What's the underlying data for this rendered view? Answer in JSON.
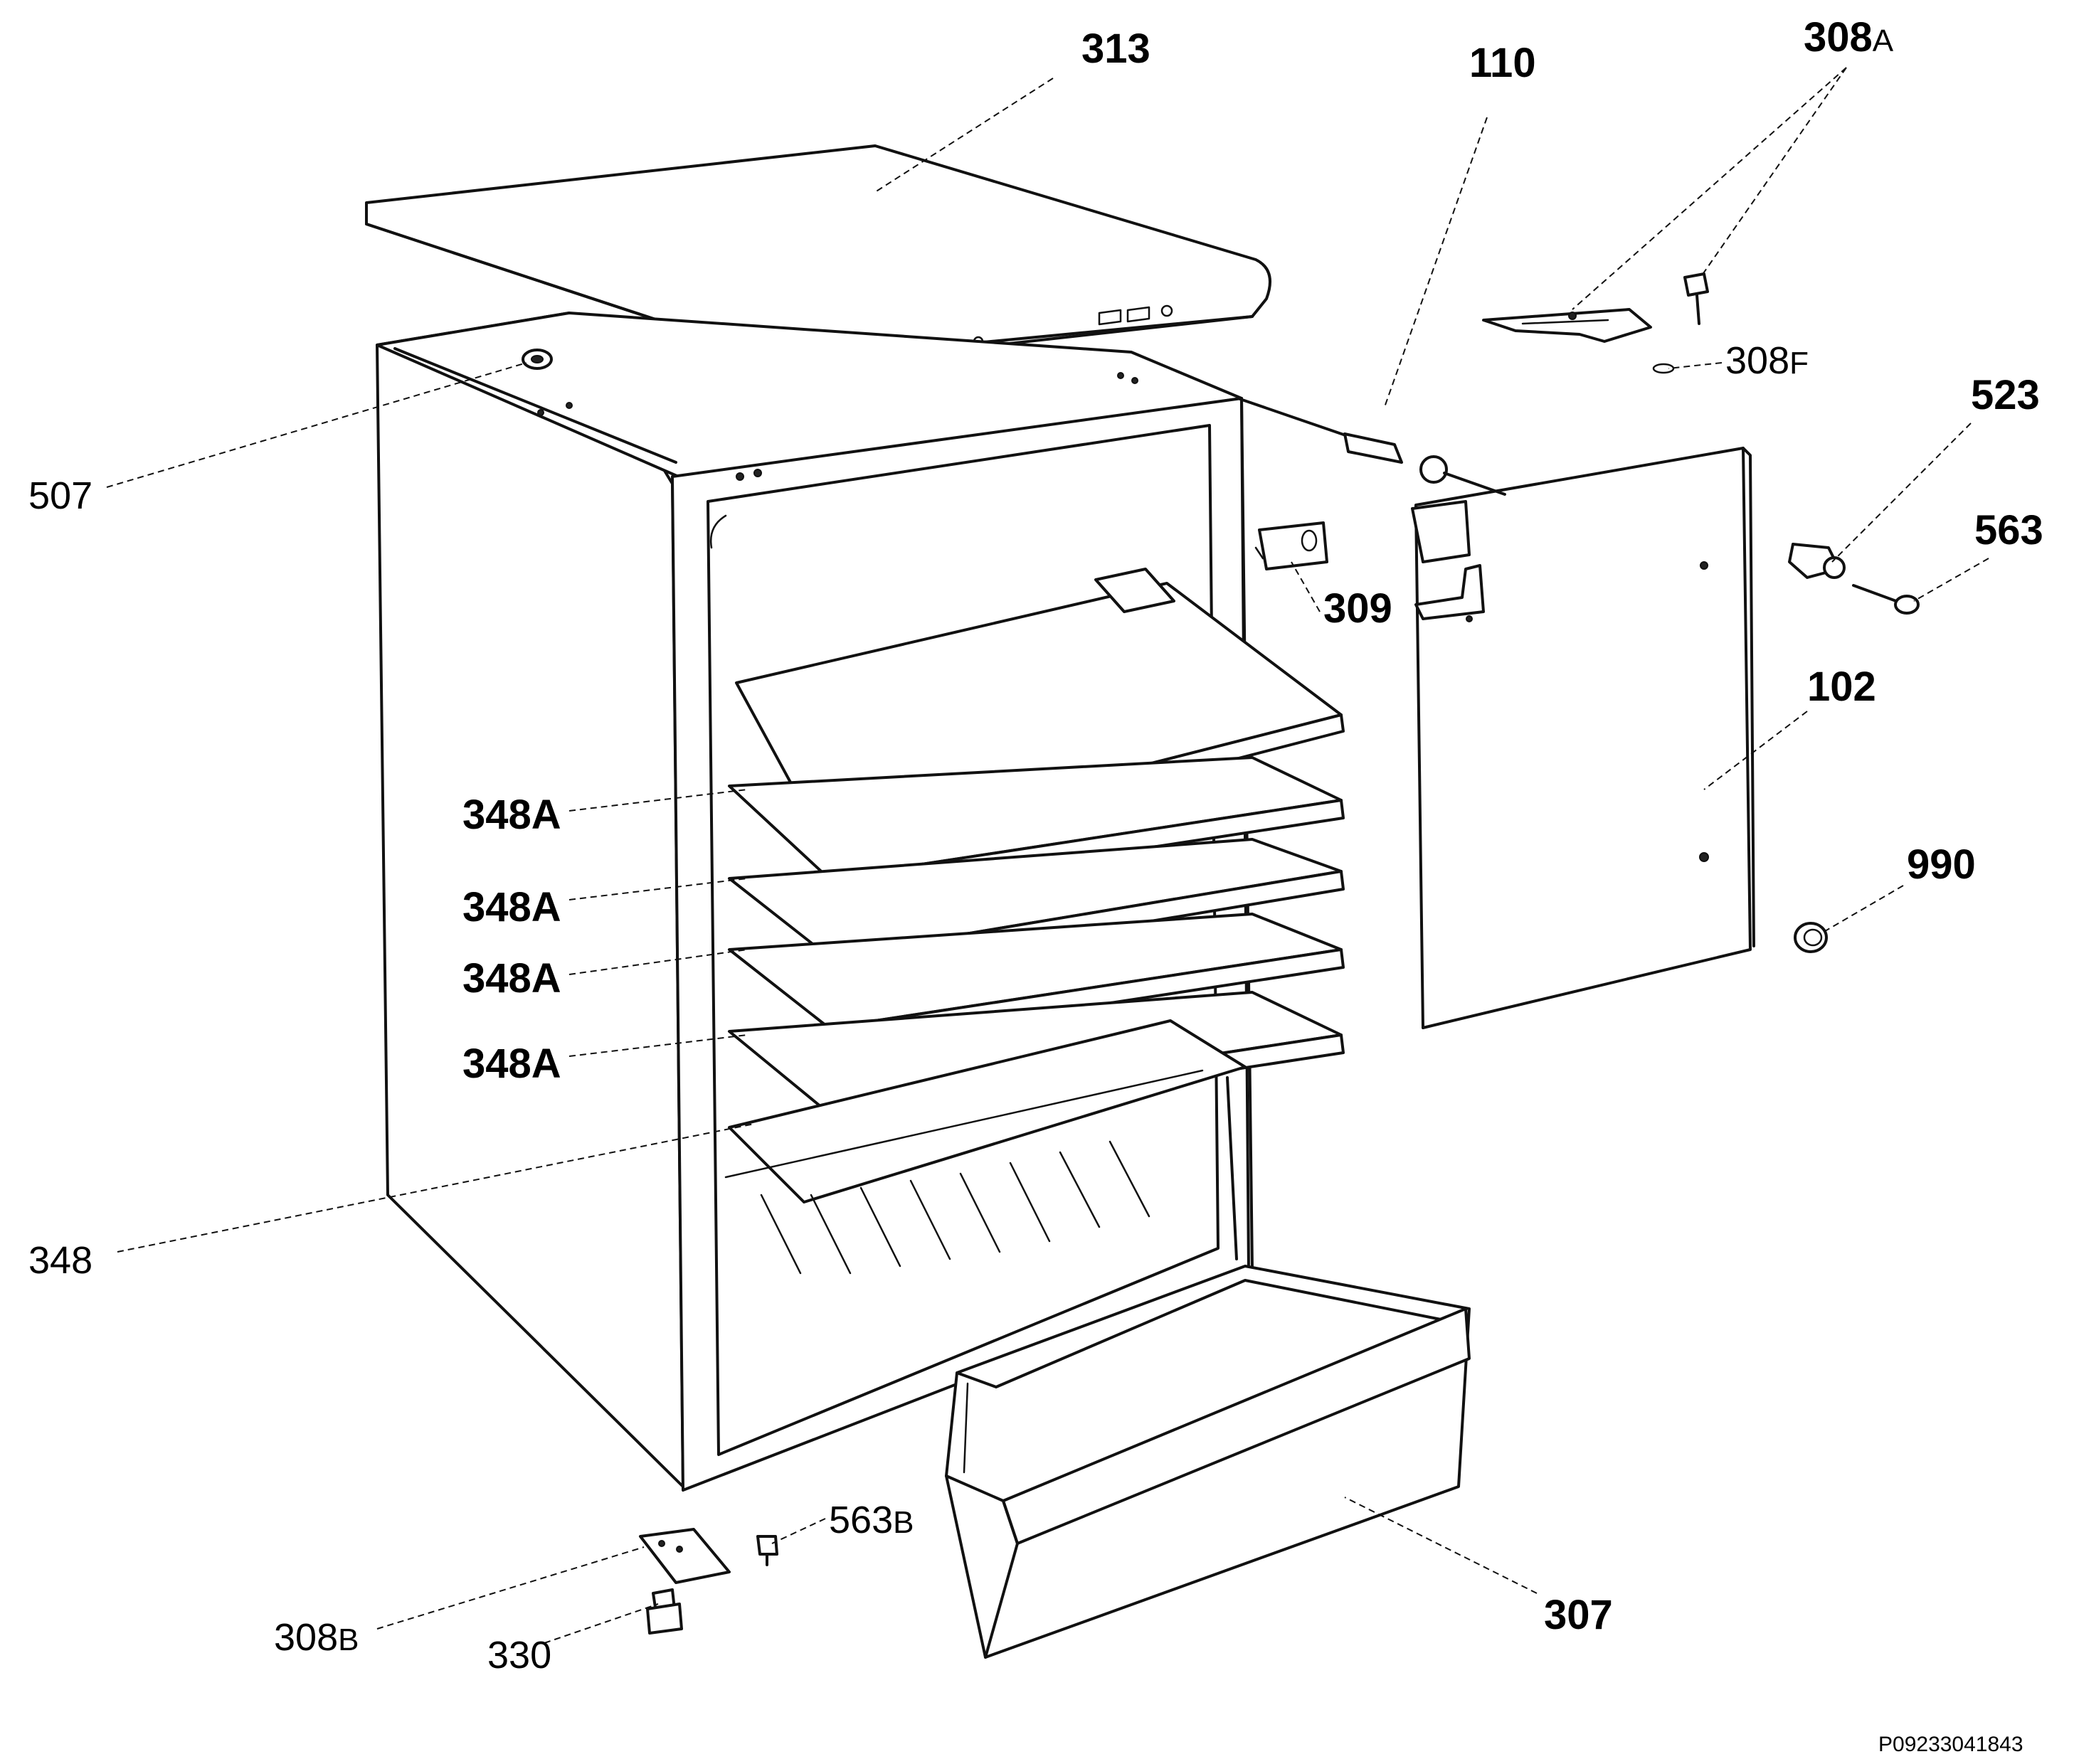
{
  "labels": {
    "313": "313",
    "110": "110",
    "308a": {
      "num": "308",
      "suffix": "A"
    },
    "308f": {
      "num": "308",
      "suffix": "F"
    },
    "507": "507",
    "523": "523",
    "563": "563",
    "309": "309",
    "102": "102",
    "990": "990",
    "348a_1": {
      "num": "348",
      "suffix": "A"
    },
    "348a_2": {
      "num": "348",
      "suffix": "A"
    },
    "348a_3": {
      "num": "348",
      "suffix": "A"
    },
    "348a_4": {
      "num": "348",
      "suffix": "A"
    },
    "348": "348",
    "563b": {
      "num": "563",
      "suffix": "B"
    },
    "307": "307",
    "308b": {
      "num": "308",
      "suffix": "B"
    },
    "330": "330"
  },
  "reference_code": "P09233041843"
}
